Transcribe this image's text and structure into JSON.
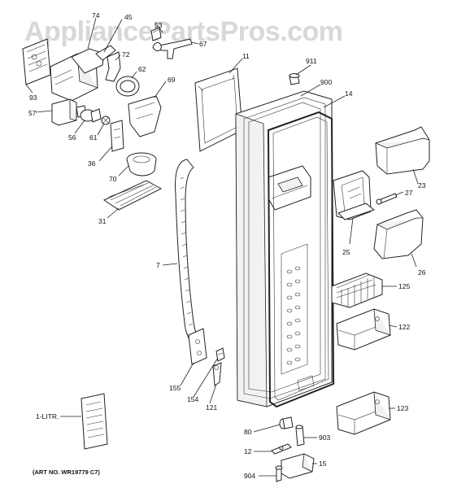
{
  "watermark": "AppliancePartsPros.com",
  "art_number": "(ART NO. WR19779 C7)",
  "manual_label": "1-LITR.",
  "labels": {
    "p74": "74",
    "p45": "45",
    "p53": "53",
    "p67": "67",
    "p72": "72",
    "p93": "93",
    "p62": "62",
    "p69": "69",
    "p57": "57",
    "p56": "56",
    "p61": "61",
    "p36": "36",
    "p70": "70",
    "p31": "31",
    "p11": "11",
    "p911": "911",
    "p900": "900",
    "p14": "14",
    "p23": "23",
    "p27": "27",
    "p25": "25",
    "p26": "26",
    "p7": "7",
    "p125": "125",
    "p122": "122",
    "p155": "155",
    "p154": "154",
    "p121": "121",
    "p123": "123",
    "p80": "80",
    "p903": "903",
    "p12": "12",
    "p15": "15",
    "p904": "904"
  }
}
